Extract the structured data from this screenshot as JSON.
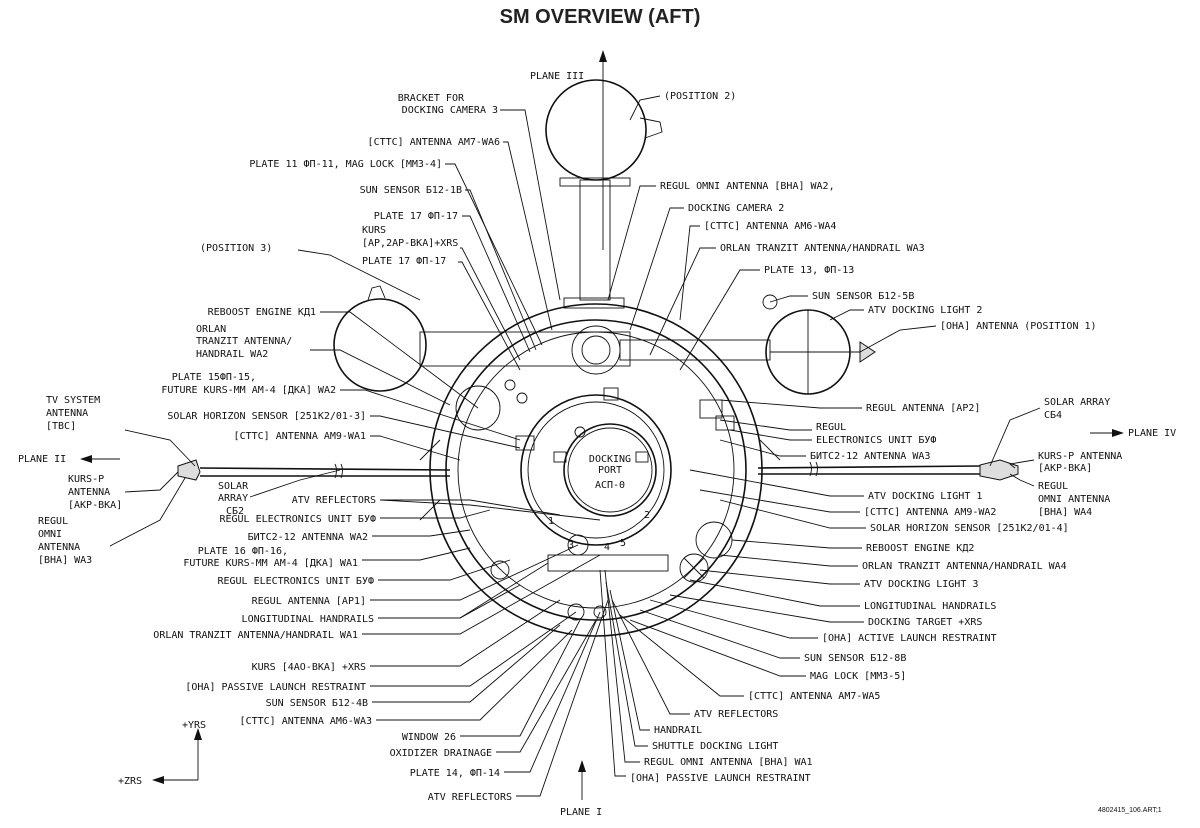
{
  "title": "SM OVERVIEW (AFT)",
  "ref": "4802415_106.ART;1",
  "planes": {
    "p1": "PLANE I",
    "p2": "PLANE II",
    "p3": "PLANE III",
    "p4": "PLANE IV"
  },
  "axes": {
    "y": "+YRS",
    "z": "+ZRS"
  },
  "port": {
    "l1": "DOCKING",
    "l2": "PORT",
    "l3": "АСП-0"
  },
  "labels_left": [
    "BRACKET FOR",
    "DOCKING CAMERA 3",
    "[СТТС] ANTENNA AM7-WA6",
    "PLATE 11 ФП-11, MAG LOCK [MM3-4]",
    "SUN SENSOR Б12-1В",
    "PLATE 17 ФП-17",
    "KURS",
    "[AP,2AP-BKA]+XRS",
    "PLATE 17 ФП-17",
    "(POSITION 3)",
    "REBOOST ENGINE КД1",
    "ORLAN",
    "TRANZIT ANTENNA/",
    "HANDRAIL WA2",
    "PLATE 15ФП-15,",
    "FUTURE KURS-MM AM-4 [ДКА] WA2",
    "SOLAR HORIZON SENSOR [251К2/01-3]",
    "[СТТС] ANTENNA AM9-WA1",
    "TV SYSTEM",
    "ANTENNA",
    "[ТВС]",
    "KURS-P",
    "ANTENNA",
    "[AKP-BKA]",
    "REGUL",
    "OMNI",
    "ANTENNA",
    "[ВНА] WA3",
    "SOLAR",
    "ARRAY",
    "СБ2",
    "ATV REFLECTORS",
    "REGUL ELECTRONICS UNIT БУФ",
    "БИТС2-12 ANTENNA WA2",
    "PLATE 16 ФП-16,",
    "FUTURE KURS-MM AM-4 [ДКА] WA1",
    "REGUL ELECTRONICS UNIT БУФ",
    "REGUL ANTENNA [AP1]",
    "LONGITUDINAL HANDRAILS",
    "ORLAN TRANZIT ANTENNA/HANDRAIL WA1",
    "KURS [4AO-BKA] +XRS",
    "[ОНА] PASSIVE LAUNCH RESTRAINT",
    "SUN SENSOR Б12-4В",
    "[СТТС] ANTENNA AM6-WA3",
    "WINDOW 26",
    "OXIDIZER DRAINAGE",
    "PLATE 14, ФП-14",
    "ATV REFLECTORS"
  ],
  "labels_right": [
    "(POSITION 2)",
    "REGUL OMNI ANTENNA [ВНА] WA2,",
    "DOCKING CAMERA 2",
    "[СТТС] ANTENNA AM6-WA4",
    "ORLAN TRANZIT ANTENNA/HANDRAIL WA3",
    "PLATE 13, ФП-13",
    "SUN SENSOR Б12-5В",
    "ATV DOCKING LIGHT 2",
    "[ОНА] ANTENNA (POSITION 1)",
    "SOLAR ARRAY",
    "СБ4",
    "REGUL ANTENNA [AP2]",
    "REGUL",
    "ELECTRONICS UNIT БУФ",
    "БИТС2-12 ANTENNA WA3",
    "KURS-P ANTENNA",
    "[AKP-BKA]",
    "REGUL",
    "OMNI ANTENNA",
    "[ВНА] WA4",
    "ATV DOCKING LIGHT 1",
    "[СТТС] ANTENNA AM9-WA2",
    "SOLAR HORIZON SENSOR [251К2/01-4]",
    "REBOOST ENGINE КД2",
    "ORLAN TRANZIT ANTENNA/HANDRAIL WA4",
    "ATV DOCKING LIGHT 3",
    "LONGITUDINAL HANDRAILS",
    "DOCKING TARGET +XRS",
    "[ОНА] ACTIVE LAUNCH RESTRAINT",
    "SUN SENSOR Б12-8В",
    "MAG LOCK [MM3-5]",
    "[СТТС] ANTENNA AM7-WA5",
    "ATV REFLECTORS",
    "HANDRAIL",
    "SHUTTLE DOCKING LIGHT",
    "REGUL OMNI ANTENNA [ВНА] WA1",
    "[ОНА] PASSIVE LAUNCH RESTRAINT"
  ],
  "small_numbers": [
    "1",
    "2",
    "3",
    "4",
    "5"
  ]
}
